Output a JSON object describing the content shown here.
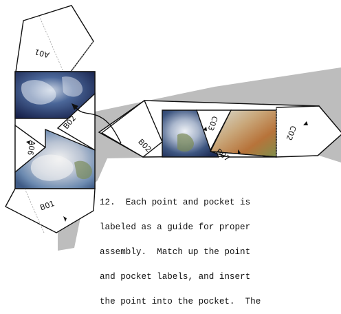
{
  "colors": {
    "shadow": "#bdbdbd",
    "outline": "#111111",
    "fold_line": "#9a9a9a",
    "paper": "#ffffff"
  },
  "labels": {
    "a01": "A01",
    "b02_top": "B02",
    "a06": "A06",
    "b01": "B01",
    "b02_flap": "B02",
    "c03_left": "C03",
    "b07": "B07",
    "c02": "C02"
  },
  "caption": {
    "lines": [
      "12.  Each point and pocket is",
      "labeled as a guide for proper",
      "assembly.  Match up the point",
      "and pocket labels, and insert",
      "the point into the pocket.  The"
    ]
  }
}
